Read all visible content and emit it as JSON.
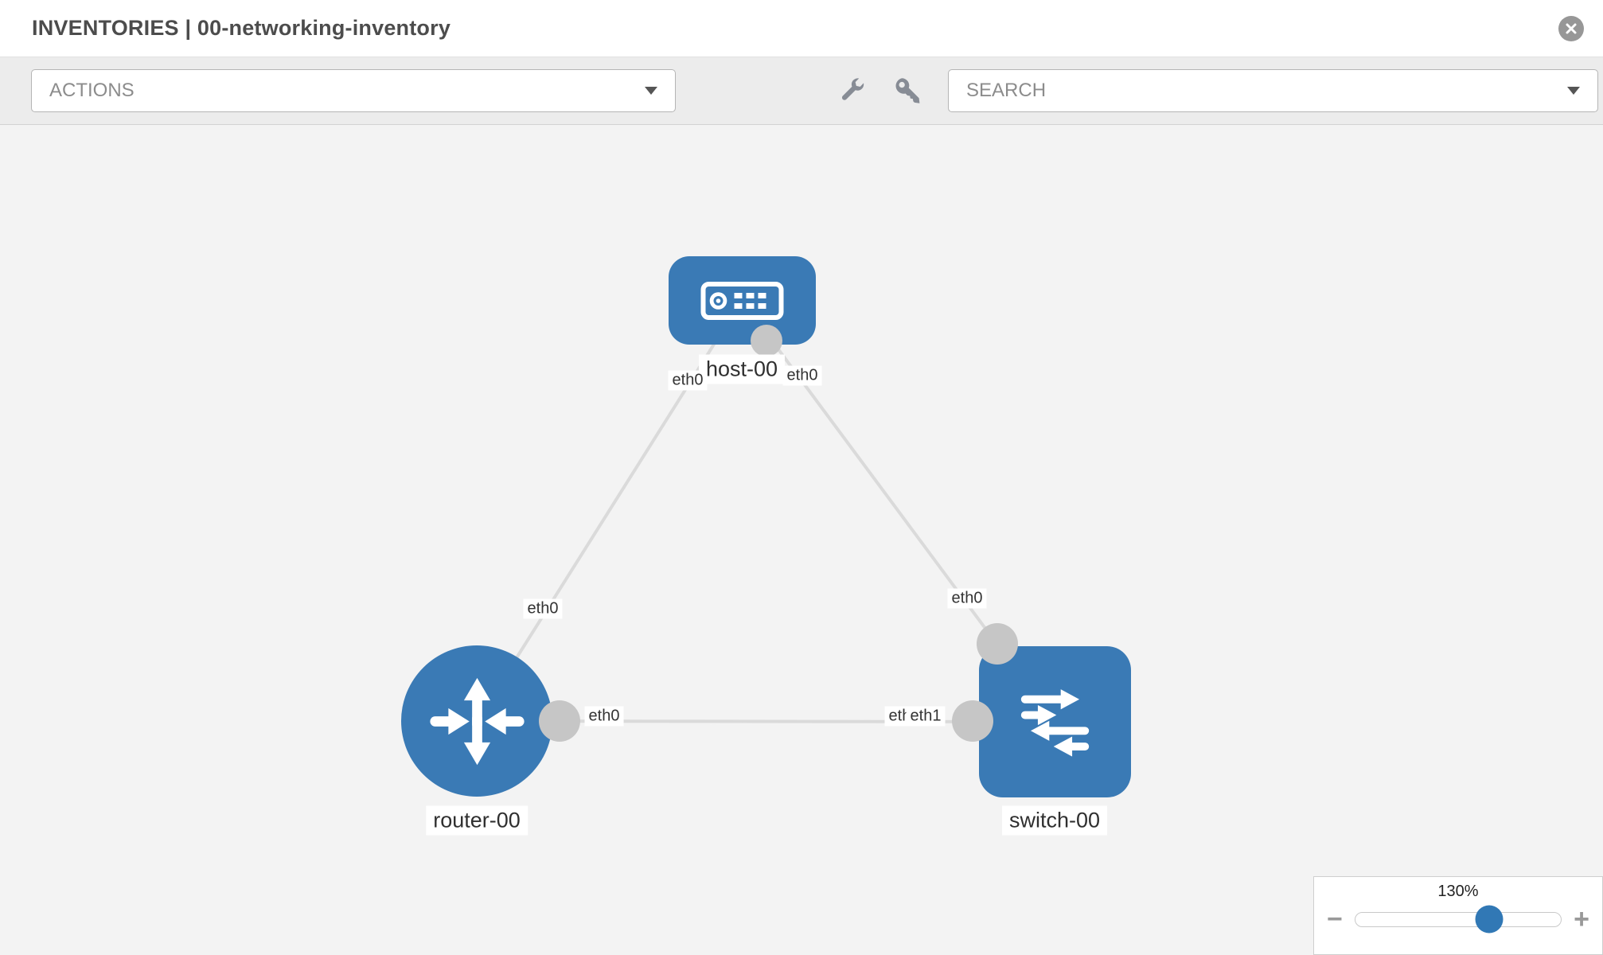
{
  "header": {
    "title": "INVENTORIES | 00-networking-inventory"
  },
  "toolbar": {
    "actions": {
      "value": "ACTIONS"
    },
    "search": {
      "placeholder": "SEARCH"
    },
    "tool_icons": [
      "wrench",
      "key"
    ]
  },
  "topology": {
    "nodes": [
      {
        "id": "host-00",
        "type": "host",
        "label": "host-00"
      },
      {
        "id": "router-00",
        "type": "router",
        "label": "router-00"
      },
      {
        "id": "switch-00",
        "type": "switch",
        "label": "switch-00"
      }
    ],
    "links": [
      {
        "from": "host-00",
        "to": "router-00",
        "from_iface": "eth0",
        "to_iface": "eth0"
      },
      {
        "from": "host-00",
        "to": "switch-00",
        "from_iface": "eth0",
        "to_iface": "eth0"
      },
      {
        "from": "router-00",
        "to": "switch-00",
        "from_iface": "eth0",
        "to_iface": "eth1"
      }
    ],
    "iface_labels": {
      "host_to_router": "eth0",
      "host_to_switch": "eth0",
      "router_to_host": "eth0",
      "switch_to_host": "eth0",
      "router_to_switch": "eth0",
      "switch_to_router": "eth1",
      "switch_to_router_overlapped": "eth0"
    }
  },
  "zoom": {
    "level": "130%",
    "percent": 65,
    "minus_icon": "−",
    "plus_icon": "+"
  },
  "colors": {
    "node_fill": "#3a7ab5",
    "link": "#dadada",
    "port": "#c6c6c6",
    "slider_handle": "#3178b5"
  }
}
